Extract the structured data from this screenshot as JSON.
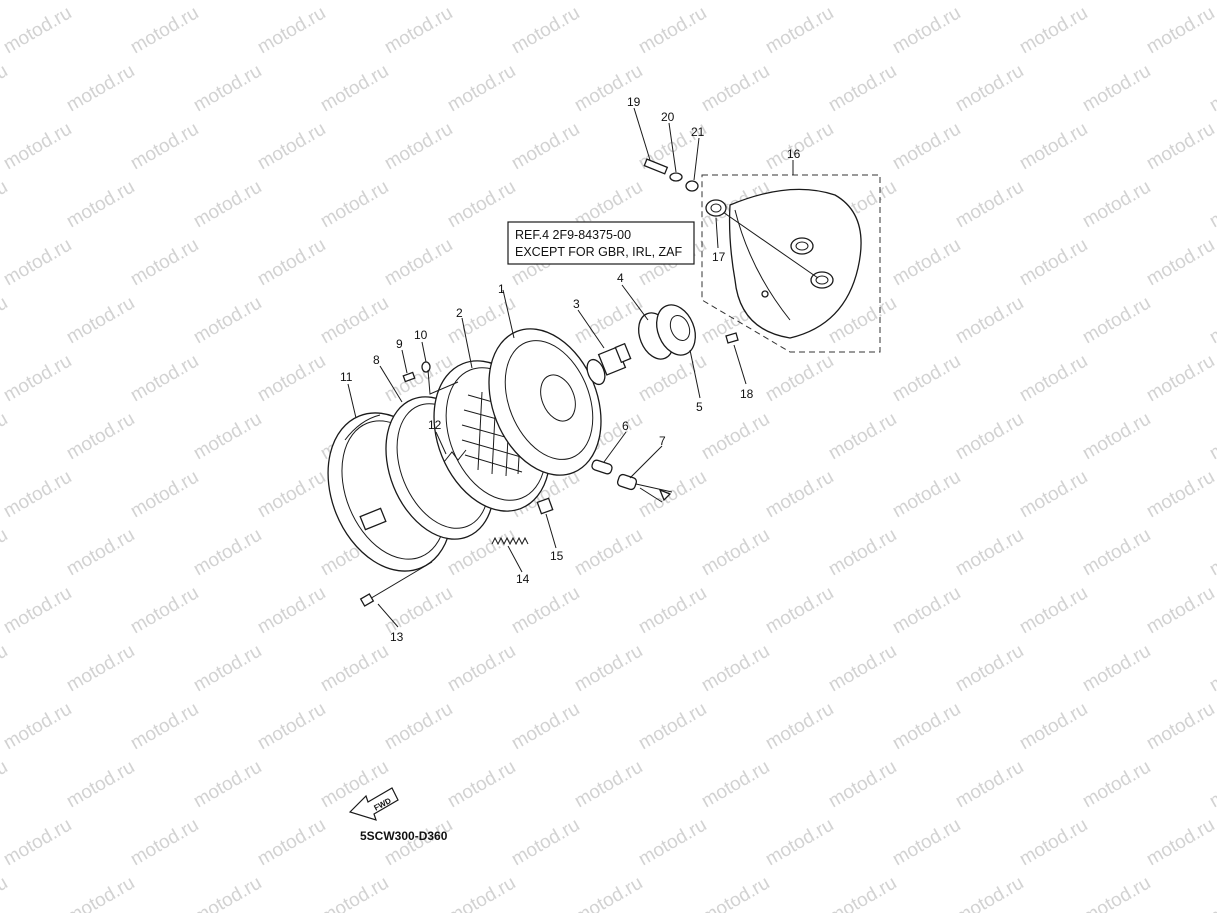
{
  "watermark": {
    "text": "motod.ru"
  },
  "ref_box": {
    "line1": "REF.4  2F9-84375-00",
    "line2": "EXCEPT FOR GBR, IRL, ZAF"
  },
  "callouts": [
    "1",
    "2",
    "3",
    "4",
    "5",
    "6",
    "7",
    "8",
    "9",
    "10",
    "11",
    "12",
    "13",
    "14",
    "15",
    "16",
    "17",
    "18",
    "19",
    "20",
    "21"
  ],
  "fwd_label": "FWD",
  "diagram_code": "5SCW300-D360"
}
